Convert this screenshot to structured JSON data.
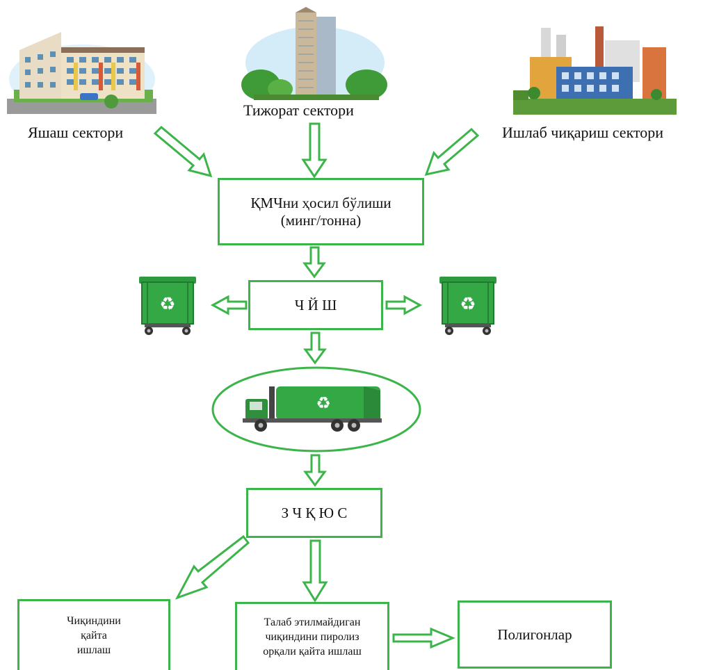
{
  "sources": {
    "residential": "Яшаш сектори",
    "commercial": "Тижорат сектори",
    "industrial": "Ишлаб чиқариш сектори"
  },
  "boxes": {
    "generation_line1": "ҚМЧни ҳосил бўлиши",
    "generation_line2": "(минг/тонна)",
    "collection": "Ч Й Ш",
    "transfer": "З Ч Қ Ю С",
    "recycling_line1": "Чиқиндини",
    "recycling_line2": "қайта",
    "recycling_line3": "ишлаш",
    "pyrolysis_line1": "Талаб этилмайдиган",
    "pyrolysis_line2": "чиқиндини пиролиз",
    "pyrolysis_line3": "орқали қайта ишлаш",
    "landfills": "Полигонлар"
  },
  "colors": {
    "accent": "#3bb54a",
    "bin": "#2e9a3e",
    "truck": "#2f8f3c"
  }
}
